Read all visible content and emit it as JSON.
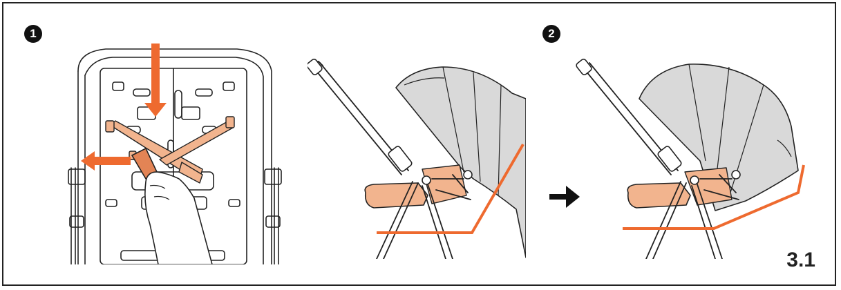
{
  "steps": [
    {
      "number": "1"
    },
    {
      "number": "2"
    }
  ],
  "page_number": "3.1",
  "colors": {
    "accent": "#EE6A2F",
    "strap": "#F2B48E",
    "canopy": "#D9D9D9",
    "outline": "#222222"
  },
  "icons": {
    "transition": "arrow-right-icon"
  }
}
